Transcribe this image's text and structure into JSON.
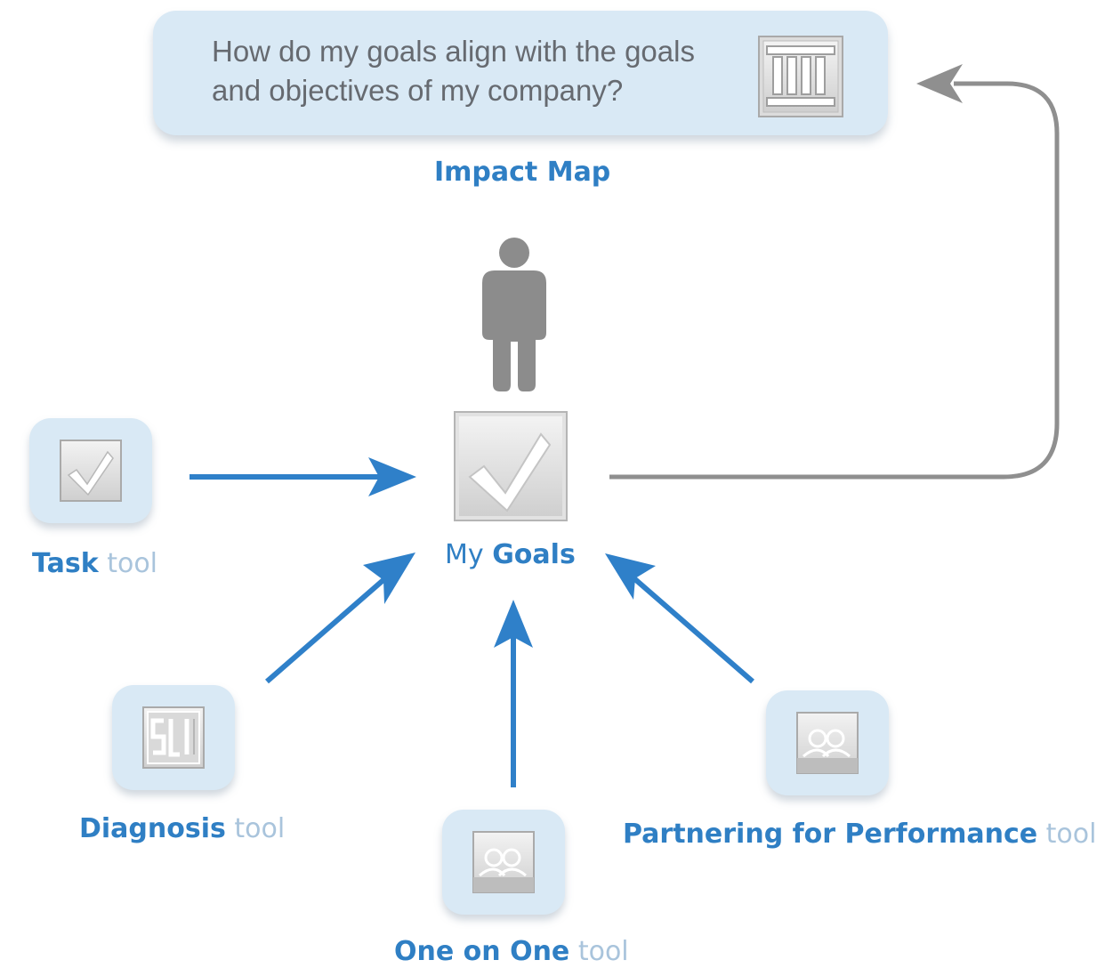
{
  "question": {
    "text": "How do my goals align with the goals and objectives of my company?"
  },
  "impact_map": {
    "label": "Impact Map"
  },
  "my_goals": {
    "prefix": "My",
    "label": "Goals"
  },
  "tools": {
    "task": {
      "name": "Task",
      "suffix": "tool"
    },
    "diagnosis": {
      "name": "Diagnosis",
      "suffix": "tool"
    },
    "one_on_one": {
      "name": "One on One",
      "suffix": "tool"
    },
    "partnering": {
      "name": "Partnering for Performance",
      "suffix": "tool"
    }
  },
  "colors": {
    "accent_blue": "#2f7fc4",
    "arrow_blue": "#2f80c9",
    "feedback_gray": "#8f8f8f",
    "box_fill": "#d9e9f5",
    "person_gray": "#8c8c8c"
  },
  "icons": {
    "impact_map": "impact-map-columns-icon",
    "person": "person-icon",
    "goals": "checkmark-icon",
    "task": "checkmark-icon",
    "diagnosis": "sli-icon",
    "one_on_one": "two-people-icon",
    "partnering": "two-people-icon"
  }
}
